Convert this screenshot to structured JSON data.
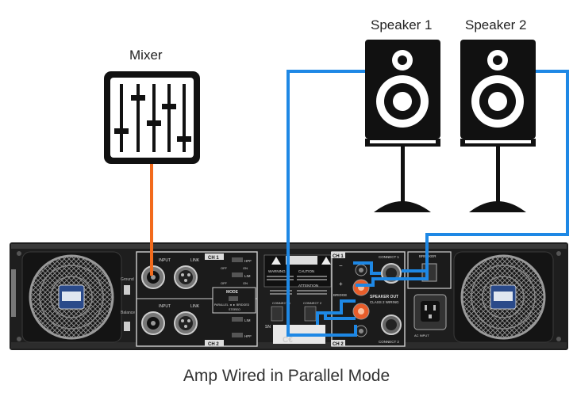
{
  "labels": {
    "mixer": "Mixer",
    "speaker1": "Speaker 1",
    "speaker2": "Speaker 2",
    "caption": "Amp Wired in Parallel Mode"
  },
  "amp_panel": {
    "ch1": "CH 1",
    "ch2": "CH 2",
    "input": "INPUT",
    "link": "LINK",
    "hpf": "HPF",
    "lim": "LIM",
    "off": "OFF",
    "on": "ON",
    "mode": "MODE",
    "mode_options": "PARALLEL ◄ ► BRIDGED",
    "stereo": "STEREO",
    "warning": "WARNING",
    "caution": "CAUTION",
    "attention": "ATTENTION",
    "connect1": "CONNECT 1",
    "connect2": "CONNECT 2",
    "breaker": "BREAKER",
    "bridge": "BRIDGE",
    "speaker_out": "SPEAKER OUT",
    "class2": "CLASS 2 WIRING",
    "sn": "SN",
    "ac_input": "AC INPUT",
    "ground": "Ground",
    "balance": "Balance",
    "minus": "−",
    "plus": "+"
  },
  "colors": {
    "speaker_wire": "#1e88e5",
    "mixer_cable": "#f26a1b",
    "panel": "#222222",
    "icon": "#111111"
  },
  "icons": [
    "mixer-fader-icon",
    "speaker-icon",
    "speaker-stand-icon",
    "fan-grille-icon",
    "xlr-jack-icon",
    "speakon-jack-icon",
    "binding-post-icon",
    "power-inlet-icon"
  ]
}
